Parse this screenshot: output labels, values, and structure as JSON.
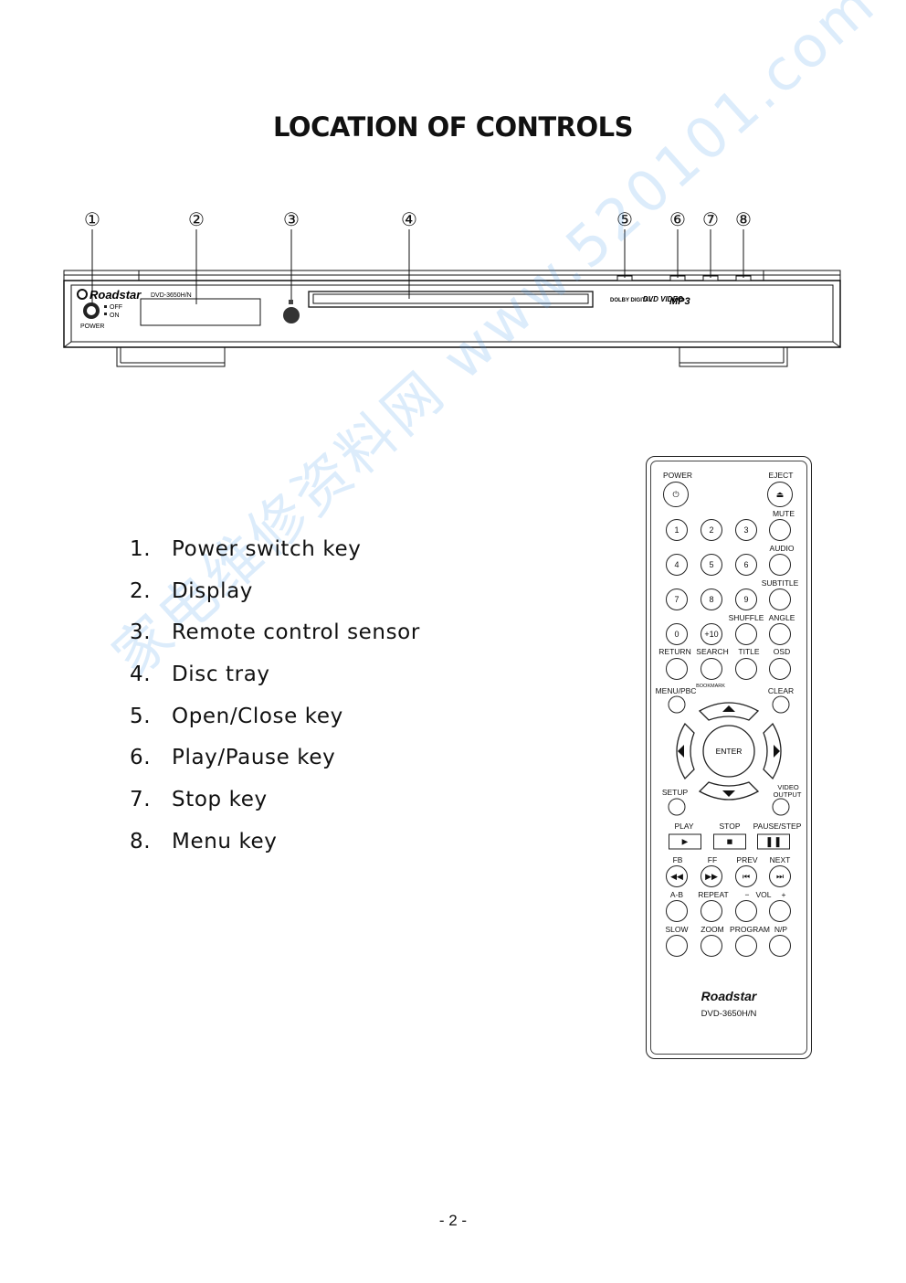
{
  "title": "LOCATION OF CONTROLS",
  "callouts": [
    "①",
    "②",
    "③",
    "④",
    "⑤",
    "⑥",
    "⑦",
    "⑧"
  ],
  "player": {
    "brand": "Roadstar",
    "model": "DVD-3650H/N",
    "switch_off": "OFF",
    "switch_on": "ON",
    "power_label": "POWER",
    "logos": [
      "DOLBY DIGITAL",
      "DVD VIDEO",
      "MP3"
    ]
  },
  "legend": [
    {
      "num": "1.",
      "text": "Power switch key"
    },
    {
      "num": "2.",
      "text": "Display"
    },
    {
      "num": "3.",
      "text": "Remote control sensor"
    },
    {
      "num": "4.",
      "text": "Disc tray"
    },
    {
      "num": "5.",
      "text": "Open/Close key"
    },
    {
      "num": "6.",
      "text": "Play/Pause key"
    },
    {
      "num": "7.",
      "text": "Stop key"
    },
    {
      "num": "8.",
      "text": "Menu key"
    }
  ],
  "remote": {
    "labels": {
      "power": "POWER",
      "eject": "EJECT",
      "mute": "MUTE",
      "audio": "AUDIO",
      "subtitle": "SUBTITLE",
      "shuffle": "SHUFFLE",
      "angle": "ANGLE",
      "return": "RETURN",
      "search": "SEARCH",
      "title": "TITLE",
      "osd": "OSD",
      "menu_pbc": "MENU/PBC",
      "bookmark": "BOOKMARK",
      "clear": "CLEAR",
      "enter": "ENTER",
      "setup": "SETUP",
      "video": "VIDEO",
      "output": "OUTPUT",
      "play": "PLAY",
      "stop": "STOP",
      "pause_step": "PAUSE/STEP",
      "fb": "FB",
      "ff": "FF",
      "prev": "PREV",
      "next": "NEXT",
      "ab": "A-B",
      "repeat": "REPEAT",
      "vol_minus": "−",
      "vol": "VOL",
      "vol_plus": "+",
      "slow": "SLOW",
      "zoom": "ZOOM",
      "program": "PROGRAM",
      "np": "N/P"
    },
    "digits": [
      "1",
      "2",
      "3",
      "4",
      "5",
      "6",
      "7",
      "8",
      "9",
      "0",
      "+10"
    ],
    "brand": "Roadstar",
    "model": "DVD-3650H/N"
  },
  "watermark": "家电维修资料网 www.520101.com",
  "page_number": "- 2 -"
}
